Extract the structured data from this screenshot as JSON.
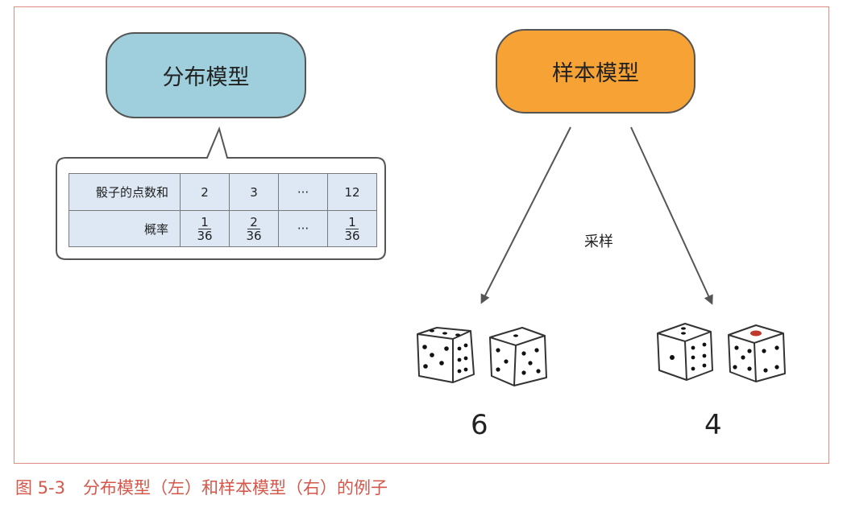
{
  "nodes": {
    "distribution_model": "分布模型",
    "sample_model": "样本模型"
  },
  "table": {
    "row1_header": "骰子的点数和",
    "row1_values": [
      "2",
      "3",
      "···",
      "12"
    ],
    "row2_header": "概率",
    "row2_values": [
      {
        "num": "1",
        "den": "36"
      },
      {
        "num": "2",
        "den": "36"
      },
      {
        "text": "···"
      },
      {
        "num": "1",
        "den": "36"
      }
    ]
  },
  "edge_label": "采样",
  "samples": {
    "left_sum": "6",
    "right_sum": "4"
  },
  "caption": {
    "number": "图 5-3",
    "text": "分布模型（左）和样本模型（右）的例子"
  },
  "colors": {
    "distribution_fill": "#9fcfdc",
    "sample_fill": "#f6a235",
    "table_fill": "#dde8f4",
    "caption": "#d4574a",
    "frame": "#e08c82",
    "die_red_pip": "#c0392b"
  }
}
